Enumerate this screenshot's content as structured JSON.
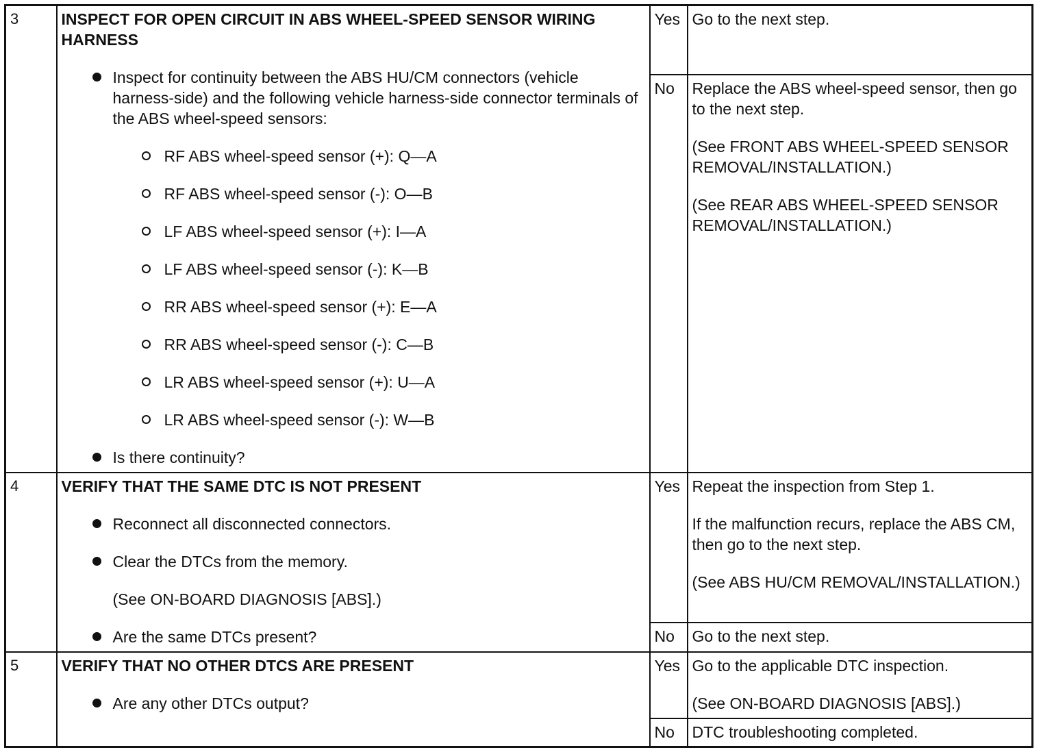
{
  "steps": [
    {
      "number": "3",
      "title": "INSPECT FOR OPEN CIRCUIT IN ABS WHEEL-SPEED SENSOR WIRING HARNESS",
      "intro": "Inspect for continuity between the ABS HU/CM connectors (vehicle harness-side) and the following vehicle harness-side connector terminals of the ABS wheel-speed sensors:",
      "items": [
        "RF ABS wheel-speed sensor (+): Q—A",
        "RF ABS wheel-speed sensor (-): O—B",
        "LF ABS wheel-speed sensor (+): I—A",
        "LF ABS wheel-speed sensor (-): K—B",
        "RR ABS wheel-speed sensor (+): E—A",
        "RR ABS wheel-speed sensor (-): C—B",
        "LR ABS wheel-speed sensor (+): U—A",
        "LR ABS wheel-speed sensor (-): W—B"
      ],
      "question": "Is there continuity?",
      "yes_label": "Yes",
      "yes_action": [
        "Go to the next step."
      ],
      "no_label": "No",
      "no_action": [
        "Replace the ABS wheel-speed sensor, then go to the next step.",
        "(See FRONT ABS WHEEL-SPEED SENSOR REMOVAL/INSTALLATION.)",
        "(See REAR ABS WHEEL-SPEED SENSOR REMOVAL/INSTALLATION.)"
      ]
    },
    {
      "number": "4",
      "title": "VERIFY THAT THE SAME DTC IS NOT PRESENT",
      "bullets": [
        "Reconnect all disconnected connectors.",
        "Clear the DTCs from the memory."
      ],
      "note": "(See ON-BOARD DIAGNOSIS [ABS].)",
      "question": "Are the same DTCs present?",
      "yes_label": "Yes",
      "yes_action": [
        "Repeat the inspection from Step 1.",
        "If the malfunction recurs, replace the ABS CM, then go to the next step.",
        "(See ABS HU/CM REMOVAL/INSTALLATION.)"
      ],
      "no_label": "No",
      "no_action": [
        "Go to the next step."
      ]
    },
    {
      "number": "5",
      "title": "VERIFY THAT NO OTHER DTCS ARE PRESENT",
      "question": "Are any other DTCs output?",
      "yes_label": "Yes",
      "yes_action": [
        "Go to the applicable DTC inspection.",
        "(See ON-BOARD DIAGNOSIS [ABS].)"
      ],
      "no_label": "No",
      "no_action": [
        "DTC troubleshooting completed."
      ]
    }
  ]
}
